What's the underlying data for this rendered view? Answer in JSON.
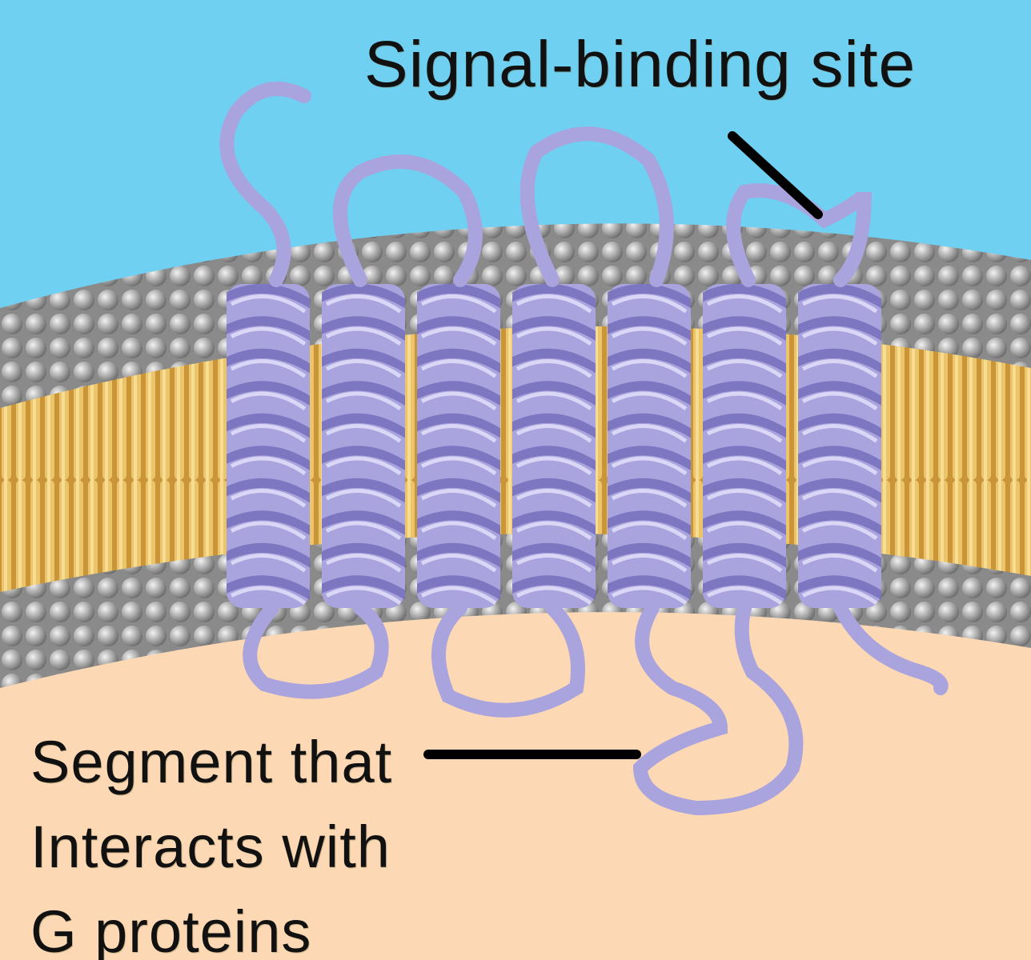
{
  "labels": {
    "signal_binding_site": "Signal-binding  site",
    "segment": [
      "Segment  that",
      "Interacts  with",
      "G  proteins"
    ]
  },
  "colors": {
    "extracellular": "#6fd0f2",
    "cytoplasm": "#fcd9b4",
    "phospholipid_head": "#9c9c9c",
    "lipid_tail": "#e2b45a",
    "helix": "#a9a3de",
    "helix_dark": "#6e68b5",
    "pointer_line": "#000000"
  },
  "receptor": {
    "transmembrane_helix_count": 7
  }
}
